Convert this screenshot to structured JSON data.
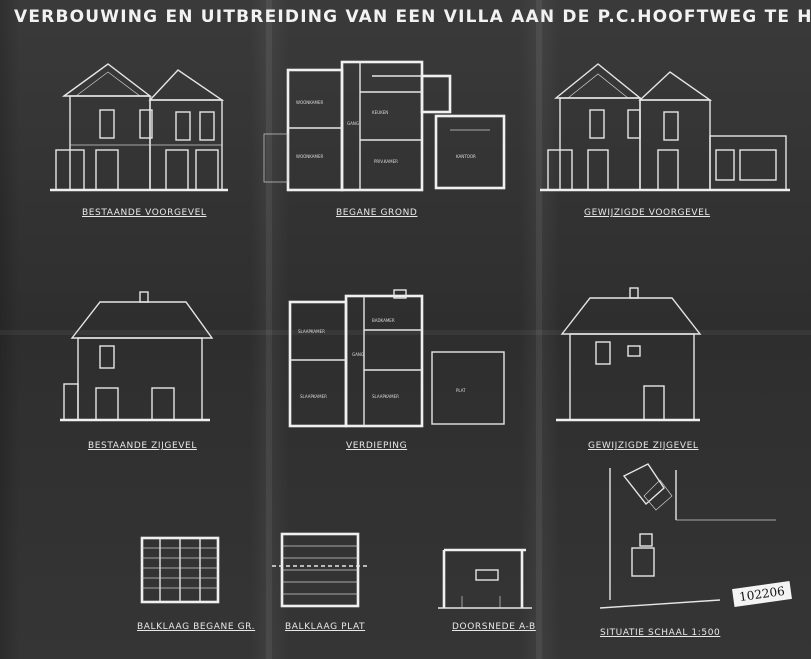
{
  "sheet": {
    "title": "VERBOUWING EN UITBREIDING VAN EEN VILLA   AAN DE P.C.HOOFTWEG TE HILVERSUM",
    "stamp_number": "102206",
    "views": {
      "front_existing": "BESTAANDE VOORGEVEL",
      "ground_floor": "BEGANE GROND",
      "front_modified": "GEWIJZIGDE VOORGEVEL",
      "side_existing": "BESTAANDE ZIJGEVEL",
      "upper_floor": "VERDIEPING",
      "side_modified": "GEWIJZIGDE ZIJGEVEL",
      "joists_ground": "BALKLAAG BEGANE GR.",
      "joists_flat": "BALKLAAG PLAT",
      "section": "DOORSNEDE A-B",
      "site": "SITUATIE SCHAAL 1:500"
    }
  }
}
